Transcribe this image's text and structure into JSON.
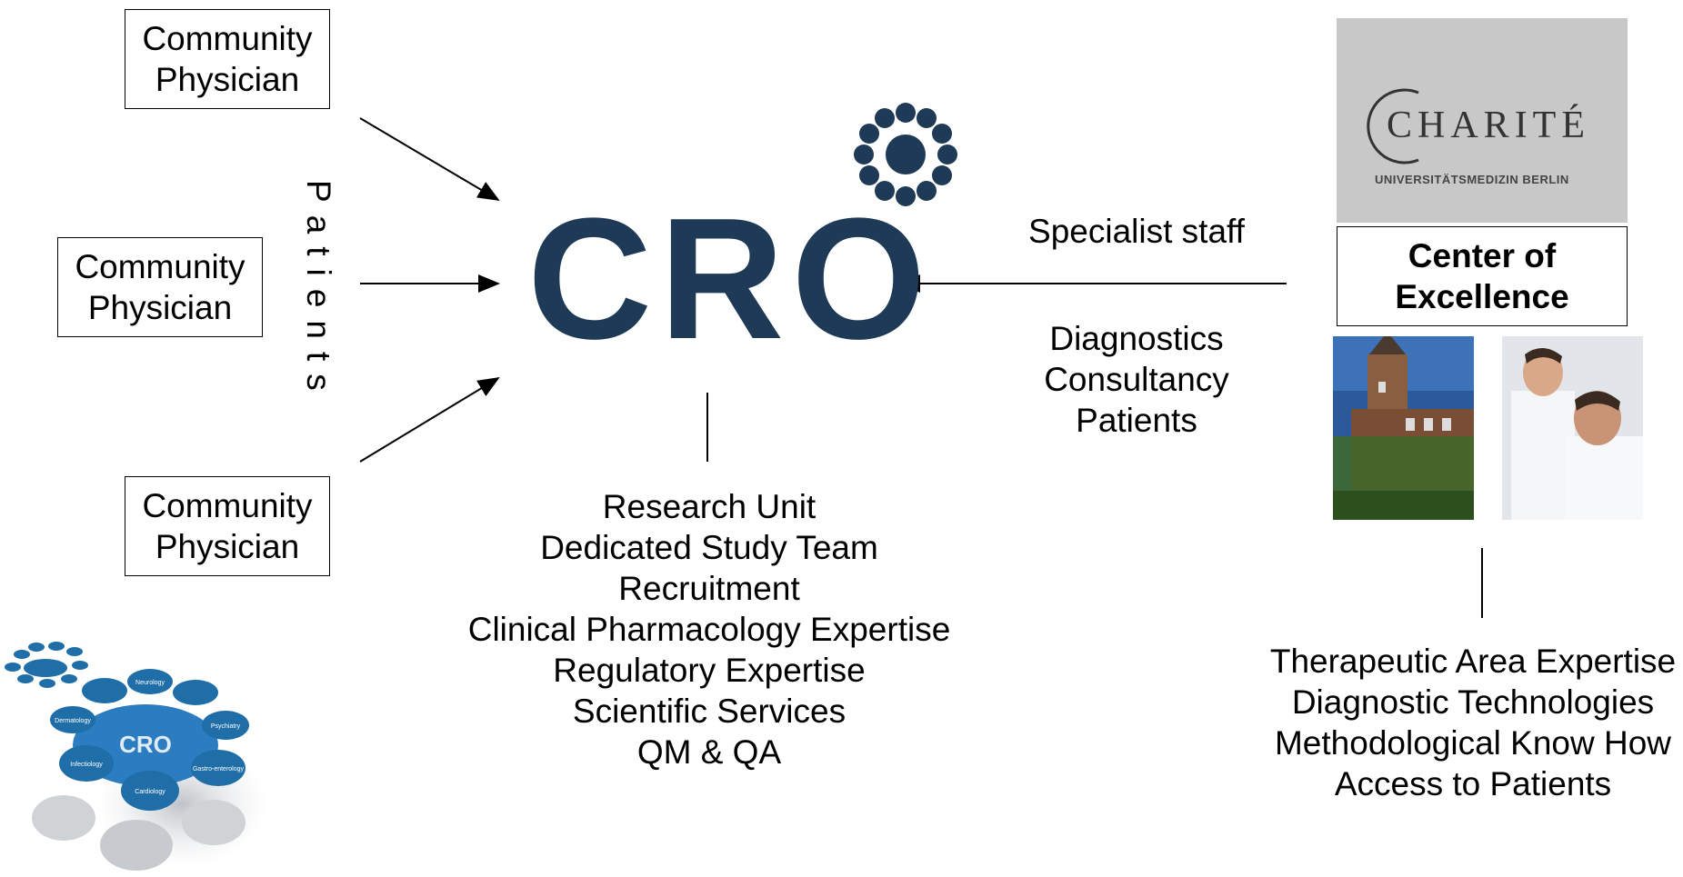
{
  "physicians": [
    {
      "line1": "Community",
      "line2": "Physician"
    },
    {
      "line1": "Community",
      "line2": "Physician"
    },
    {
      "line1": "Community",
      "line2": "Physician"
    }
  ],
  "patients_label": "Patients",
  "cro_logo": "CRO",
  "cro_capabilities": [
    "Research Unit",
    "Dedicated Study Team",
    "Recruitment",
    "Clinical Pharmacology Expertise",
    "Regulatory Expertise",
    "Scientific Services",
    "QM & QA"
  ],
  "specialist_label": "Specialist staff",
  "charite_services": [
    "Diagnostics",
    "Consultancy",
    "Patients"
  ],
  "charite_logo": {
    "name": "CHARITÉ",
    "subtitle": "UNIVERSITÄTSMEDIZIN BERLIN"
  },
  "center_of_excellence": {
    "line1": "Center of",
    "line2": "Excellence"
  },
  "charite_expertise": [
    "Therapeutic Area Expertise",
    "Diagnostic Technologies",
    "Methodological Know How",
    "Access to Patients"
  ],
  "network_badge": {
    "center": "CRO",
    "nodes": [
      "Neurology",
      "Dermatology",
      "Infectiology",
      "Cardiology",
      "Gastro-enterology",
      "Psychiatry"
    ]
  },
  "colors": {
    "cro_dark": "#1e3a56",
    "cro_light": "#2b8fd0",
    "node_blue": "#1f6ea8",
    "photo_sky": "#2a5a9a"
  }
}
